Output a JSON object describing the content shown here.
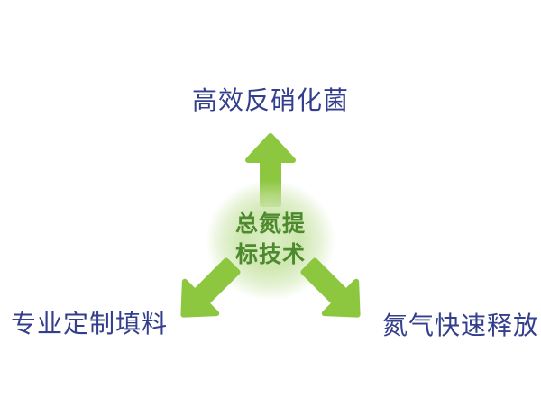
{
  "diagram": {
    "title_concept": "总氮提标技术",
    "center": {
      "line1": "总氮提",
      "line2": "标技术"
    },
    "labels": {
      "top": "高效反硝化菌",
      "bottom_left": "专业定制填料",
      "bottom_right": "氮气快速释放"
    },
    "colors": {
      "arrow_fill": "#8dc63f",
      "label_text": "#333f8c",
      "center_text": "#4c8a2d",
      "center_blob": "#cfe7b0",
      "background": "#ffffff"
    }
  }
}
